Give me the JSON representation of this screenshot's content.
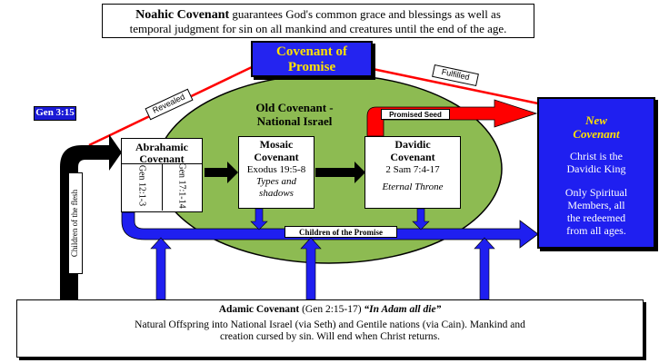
{
  "noahic": {
    "title": "Noahic Covenant",
    "text_line1": "guarantees God's common grace and blessings as well as",
    "text_line2": "temporal judgment for sin on all mankind and creatures until the end of the age."
  },
  "covenant_of_promise": {
    "line1": "Covenant of",
    "line2": "Promise"
  },
  "labels": {
    "revealed": "Revealed",
    "fulfilled": "Fulfilled",
    "gen_3_15": "Gen 3:15",
    "promised_seed": "Promised Seed",
    "children_of_promise": "Children of the Promise",
    "children_of_flesh": "Children of the flesh"
  },
  "old_covenant": {
    "line1": "Old Covenant -",
    "line2": "National Israel"
  },
  "abrahamic": {
    "line1": "Abrahamic",
    "line2": "Covenant",
    "ref1": "Gen 12:1-3",
    "ref2": "Gen 17:1-14"
  },
  "mosaic": {
    "line1": "Mosaic",
    "line2": "Covenant",
    "ref": "Exodus 19:5-8",
    "note1": "Types and",
    "note2": "shadows"
  },
  "davidic": {
    "line1": "Davidic",
    "line2": "Covenant",
    "ref": "2 Sam 7:4-17",
    "note": "Eternal Throne"
  },
  "new_covenant": {
    "title1": "New",
    "title2": "Covenant",
    "text1a": "Christ is the",
    "text1b": "Davidic King",
    "text2a": "Only Spiritual",
    "text2b": "Members, all",
    "text2c": "the redeemed",
    "text2d": "from all ages."
  },
  "adamic": {
    "title": "Adamic Covenant",
    "ref": "(Gen 2:15-17)",
    "quote": "“In Adam all die”",
    "line1": "Natural Offspring into National Israel (via Seth) and Gentile nations (via Cain). Mankind and",
    "line2": "creation cursed by sin. Will end when Christ returns."
  },
  "colors": {
    "ellipse_fill": "#8dbb52",
    "blue_arrow": "#1f1ff0",
    "red_line": "#ff0000",
    "accent_yellow": "#ffe200"
  }
}
